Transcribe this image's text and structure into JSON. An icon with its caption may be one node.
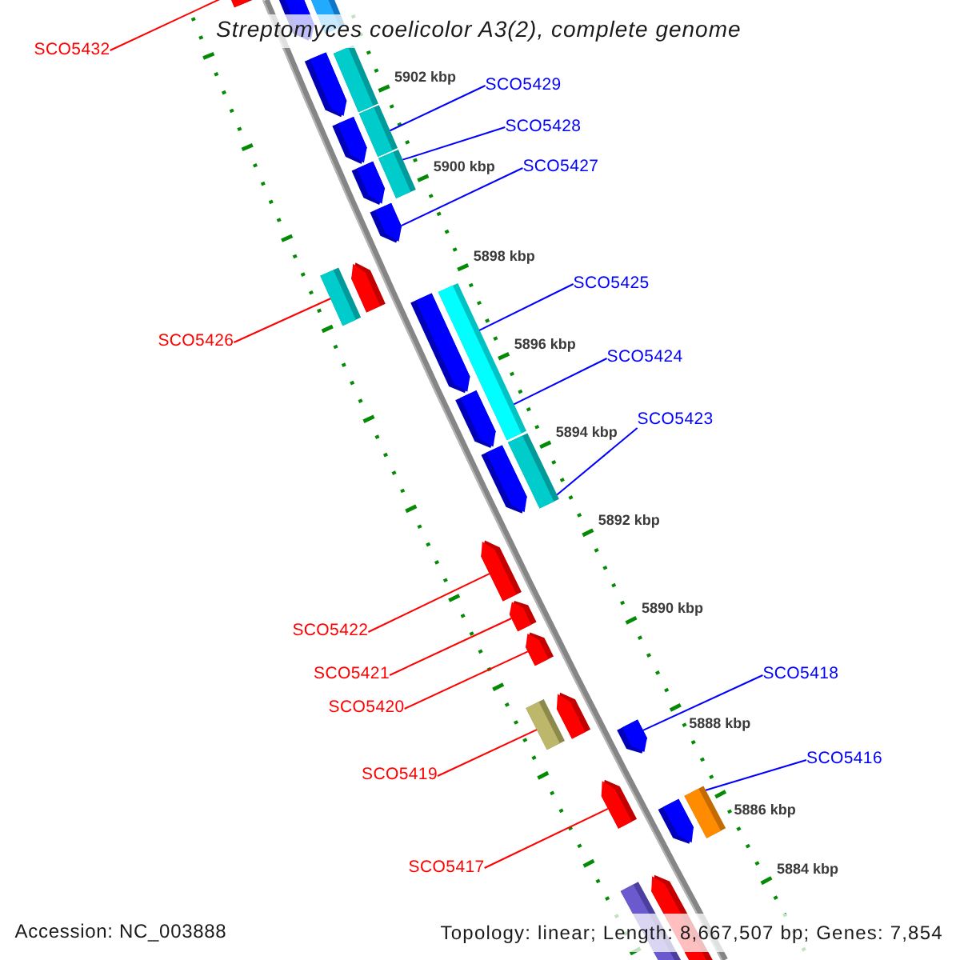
{
  "diagram": {
    "title": "Streptomyces coelicolor A3(2), complete genome",
    "nodes": [
      {
        "text": [],
        "shape": "pentagon"
      },
      {
        "text": [],
        "shape": "pentagon"
      },
      {
        "text": [],
        "shape": "bar"
      },
      {
        "text": [
          "SCO5432"
        ]
      },
      {
        "text": [],
        "shape": "pentagon"
      },
      {
        "text": [],
        "shape": "bar"
      },
      {
        "text": [
          "SCO5429"
        ]
      },
      {
        "text": [],
        "shape": "pentagon"
      },
      {
        "text": [],
        "shape": "bar"
      },
      {
        "text": [
          "SCO5428"
        ]
      },
      {
        "text": [],
        "shape": "pentagon"
      },
      {
        "text": [],
        "shape": "bar"
      },
      {
        "text": [
          "SCO5427"
        ]
      },
      {
        "text": [],
        "shape": "pentagon"
      },
      {
        "text": [],
        "shape": "bar"
      },
      {
        "text": [],
        "shape": "pentagon"
      },
      {
        "text": [],
        "shape": "pentagon"
      },
      {
        "text": [],
        "shape": "bar"
      },
      {
        "text": [
          "SCO5425"
        ]
      },
      {
        "text": [
          "SCO5426"
        ]
      },
      {
        "text": [
          "SCO5424"
        ]
      },
      {
        "text": [],
        "shape": "pentagon"
      },
      {
        "text": [
          "SCO5423"
        ]
      },
      {
        "text": [],
        "shape": "bar"
      },
      {
        "text": [],
        "shape": "pentagon"
      },
      {
        "text": [],
        "shape": "pentagon"
      },
      {
        "text": [
          "SCO5422"
        ]
      },
      {
        "text": [],
        "shape": "pentagon"
      },
      {
        "text": [
          "SCO5421"
        ]
      },
      {
        "text": [
          "SCO5418"
        ]
      },
      {
        "text": [],
        "shape": "pentagon"
      },
      {
        "text": [
          "SCO5420"
        ]
      },
      {
        "text": [],
        "shape": "bar"
      },
      {
        "text": [],
        "shape": "pentagon"
      },
      {
        "text": [],
        "shape": "pentagon"
      },
      {
        "text": [
          "SCO5416"
        ]
      },
      {
        "text": [
          "SCO5419"
        ]
      },
      {
        "text": [],
        "shape": "pentagon"
      },
      {
        "text": [],
        "shape": "pentagon"
      },
      {
        "text": [],
        "shape": "bar"
      },
      {
        "text": [
          "SCO5417"
        ]
      },
      {
        "text": [],
        "shape": "bar"
      },
      {
        "text": [],
        "shape": "pentagon"
      }
    ],
    "edges": [
      {
        "from": 3,
        "to": 0,
        "arrow": "none",
        "color": "#ff0000"
      },
      {
        "from": 6,
        "to": 8,
        "arrow": "none"
      },
      {
        "from": 9,
        "to": 11,
        "arrow": "none"
      },
      {
        "from": 12,
        "to": 13,
        "arrow": "none"
      },
      {
        "from": 18,
        "to": 17,
        "arrow": "none"
      },
      {
        "from": 19,
        "to": 14,
        "arrow": "none",
        "color": "#ff0000"
      },
      {
        "from": 20,
        "to": 17,
        "arrow": "none"
      },
      {
        "from": 22,
        "to": 23,
        "arrow": "none"
      },
      {
        "from": 26,
        "to": 25,
        "arrow": "none",
        "color": "#ff0000"
      },
      {
        "from": 28,
        "to": 27,
        "arrow": "none",
        "color": "#ff0000"
      },
      {
        "from": 29,
        "to": 34,
        "arrow": "none"
      },
      {
        "from": 31,
        "to": 30,
        "arrow": "none",
        "color": "#ff0000"
      },
      {
        "from": 35,
        "to": 39,
        "arrow": "none"
      },
      {
        "from": 36,
        "to": 32,
        "arrow": "none",
        "color": "#ff0000"
      },
      {
        "from": 40,
        "to": 37,
        "arrow": "none",
        "color": "#ff0000"
      }
    ],
    "labels": [
      "5902 kbp",
      "5900 kbp",
      "5898 kbp",
      "5896 kbp",
      "5894 kbp",
      "5892 kbp",
      "5890 kbp",
      "5888 kbp",
      "5886 kbp",
      "5884 kbp",
      "Accession: NC_003888",
      "Topology: linear; Length: 8,667,507 bp; Genes: 7,854"
    ]
  }
}
